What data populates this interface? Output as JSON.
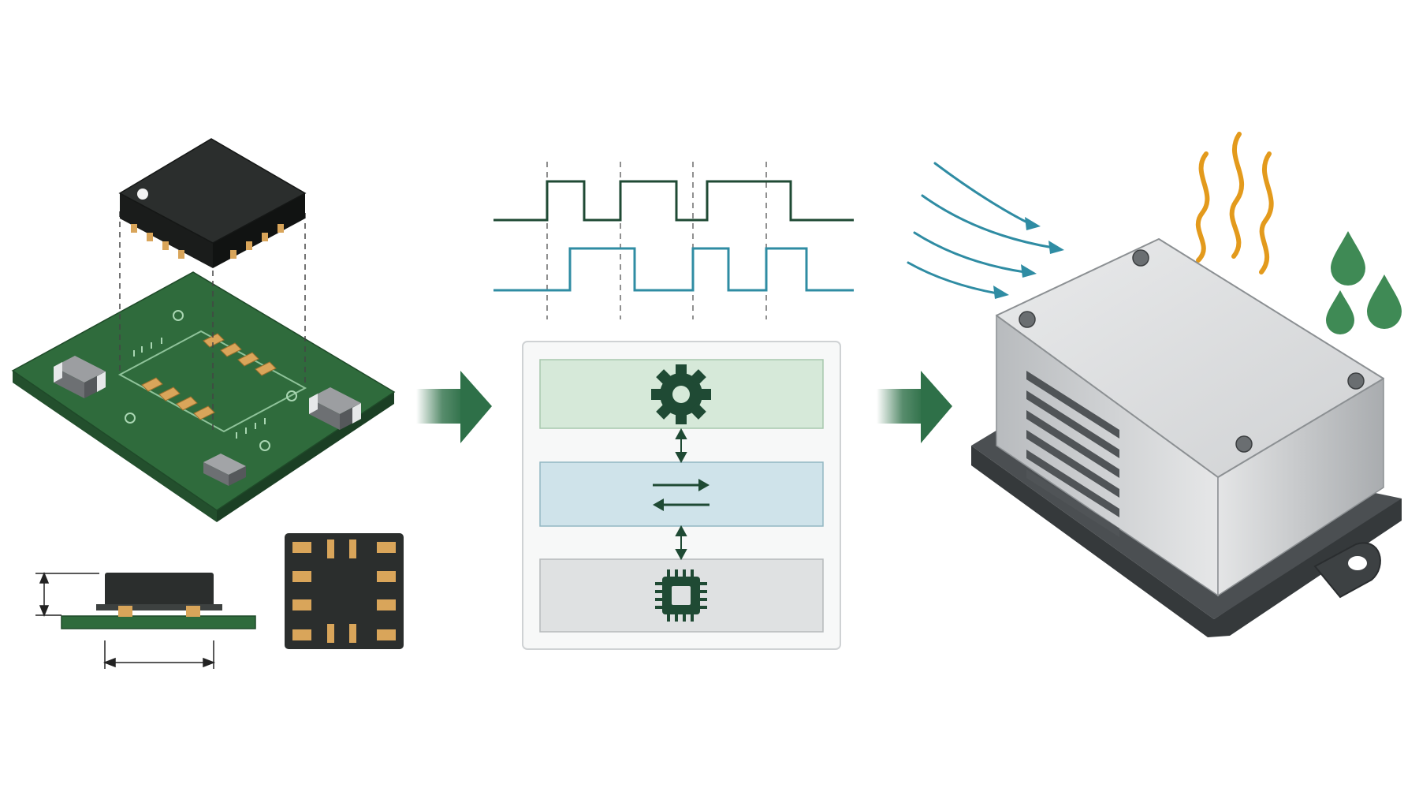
{
  "panels": [
    {
      "id": "pcb-assembly",
      "icon": "pcb-board-icon",
      "label": ""
    },
    {
      "id": "firmware-stack",
      "icon": "layer-stack-icon",
      "label": ""
    },
    {
      "id": "enclosure",
      "icon": "sensor-enclosure-icon",
      "label": ""
    }
  ],
  "stack_layers": [
    {
      "name": "application-layer",
      "icon": "gear-icon",
      "color": "#d6e9d9"
    },
    {
      "name": "communication-layer",
      "icon": "bidirectional-arrows-icon",
      "color": "#cfe3ea"
    },
    {
      "name": "hardware-layer",
      "icon": "microchip-icon",
      "color": "#dfe1e2"
    }
  ],
  "signals": [
    {
      "name": "signal-a",
      "color": "#1f4a34"
    },
    {
      "name": "signal-b",
      "color": "#2f8ca3"
    }
  ],
  "environment": [
    "airflow-icon",
    "heat-icon",
    "water-drop-icon"
  ],
  "colors": {
    "pcb_green": "#2f6b3c",
    "accent_green": "#2e7048",
    "chip_dark": "#2b2e2d",
    "pad_copper": "#d9a55a",
    "airflow_blue": "#2f8ca3",
    "heat_orange": "#e39a1c",
    "drop_green": "#3f8a55",
    "enclosure_gray": "#d4d6d8"
  }
}
